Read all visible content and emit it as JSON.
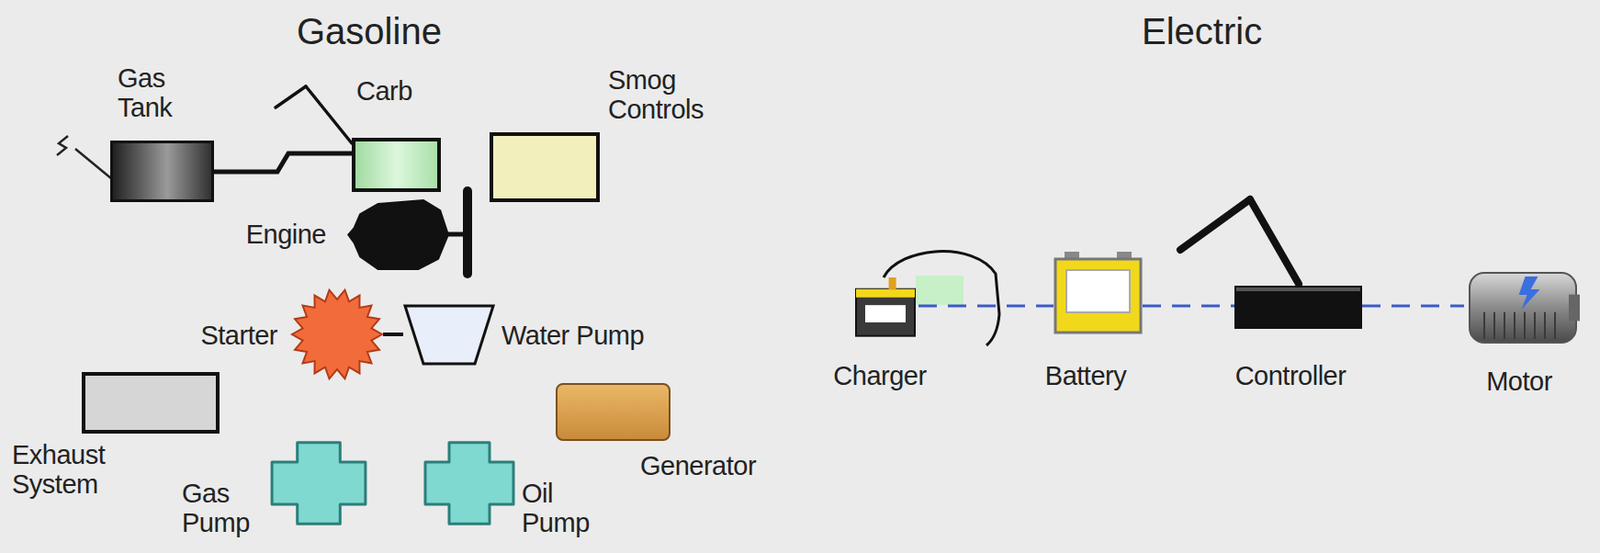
{
  "diagram": {
    "nodes": [
      {
        "text": [
          "Gas Tank"
        ]
      },
      {
        "text": [
          "Carb"
        ]
      },
      {
        "text": [
          "Smog Controls"
        ]
      },
      {
        "text": [
          "Engine"
        ]
      },
      {
        "text": [
          "Starter"
        ]
      },
      {
        "text": [
          "Water Pump"
        ]
      },
      {
        "text": [
          "Exhaust System"
        ]
      },
      {
        "text": [
          "Generator"
        ]
      },
      {
        "text": [
          "Gas Pump"
        ]
      },
      {
        "text": [
          "Oil Pump"
        ]
      },
      {
        "text": [
          "Charger"
        ]
      },
      {
        "text": [
          "Battery"
        ]
      },
      {
        "text": [
          "Controller"
        ]
      },
      {
        "text": [
          "Motor"
        ]
      }
    ],
    "edges": [
      {
        "from": 0,
        "to": 1,
        "arrow": "none"
      },
      {
        "from": 4,
        "to": 5,
        "arrow": "none"
      },
      {
        "from": 10,
        "to": 11,
        "arrow": "none"
      },
      {
        "from": 11,
        "to": 12,
        "arrow": "none"
      },
      {
        "from": 12,
        "to": 13,
        "arrow": "none"
      }
    ],
    "labels": [
      "Gasoline",
      "Electric"
    ]
  }
}
